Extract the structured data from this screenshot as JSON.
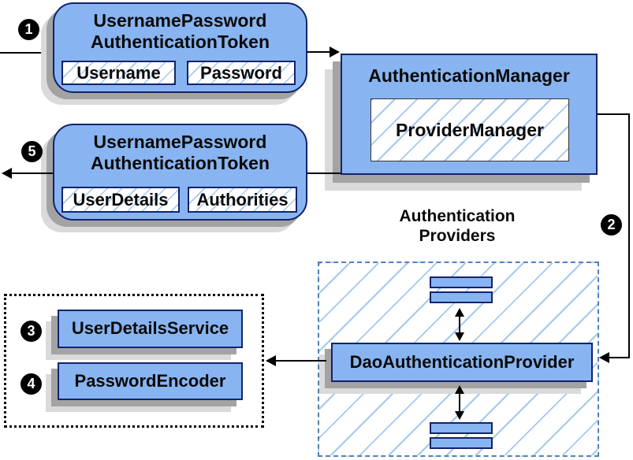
{
  "colors": {
    "box-fill": "#88B5F1",
    "box-border": "#14226B",
    "hatch-line": "#A5C8EE",
    "dashed-border": "#4E81BD",
    "shadow-dark": "#A3A3A3",
    "shadow-light": "#DADADA",
    "line": "#000000",
    "badge-bg": "#000000",
    "badge-text": "#FFFFFF"
  },
  "badges": {
    "b1": "1",
    "b2": "2",
    "b3": "3",
    "b4": "4",
    "b5": "5"
  },
  "request_token": {
    "title_line1": "UsernamePassword",
    "title_line2": "AuthenticationToken",
    "fields": [
      "Username",
      "Password"
    ]
  },
  "response_token": {
    "title_line1": "UsernamePassword",
    "title_line2": "AuthenticationToken",
    "fields": [
      "UserDetails",
      "Authorities"
    ]
  },
  "authentication_manager": {
    "title": "AuthenticationManager",
    "provider_manager": "ProviderManager"
  },
  "providers": {
    "label_line1": "Authentication",
    "label_line2": "Providers",
    "dao": "DaoAuthenticationProvider"
  },
  "services": {
    "user_details_service": "UserDetailsService",
    "password_encoder": "PasswordEncoder"
  }
}
